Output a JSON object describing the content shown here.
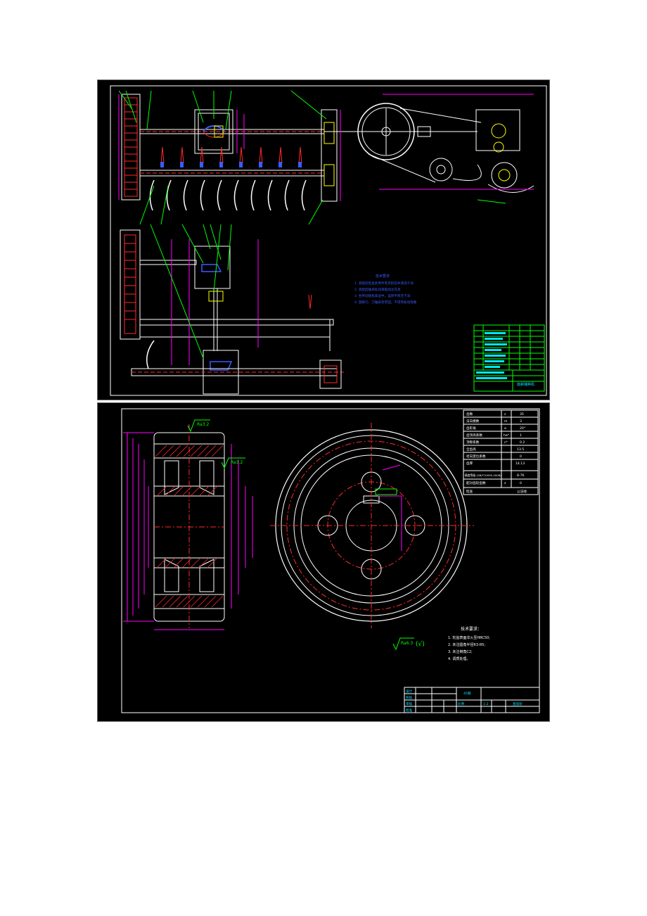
{
  "colors": {
    "background": "#000000",
    "white": "#ffffff",
    "red": "#ff2a2a",
    "magenta": "#ff00ff",
    "green": "#00ff00",
    "blue": "#3a5bff",
    "cyan": "#00e5ff",
    "yellow": "#ffff00"
  },
  "sheet1": {
    "notes_heading": "技术要求",
    "notes": [
      "1. 装配前检查各零件有无损伤并清洗干净",
      "2. 装配后轴承处润滑脂加注充足",
      "3. 各传动链松紧适中，运转平稳无卡滞",
      "4. 旋耕刀、刀轴安装牢固，不得有松动现象"
    ],
    "title_block_drawing_name": "旋耕播种机"
  },
  "sheet2": {
    "roughness_top": "Ra3.2",
    "roughness_side": "Ra3.2",
    "roughness_general": "Ra6.3",
    "roughness_general_mark": "(√)",
    "gear_table": [
      {
        "name": "齿数",
        "symbol": "z",
        "value": "35"
      },
      {
        "name": "法向模数",
        "symbol": "m",
        "value": "3"
      },
      {
        "name": "齿形角",
        "symbol": "α",
        "value": "20°"
      },
      {
        "name": "齿顶高系数",
        "symbol": "ha*",
        "value": "1"
      },
      {
        "name": "顶隙系数",
        "symbol": "c*",
        "value": "0.2"
      },
      {
        "name": "全齿高",
        "symbol": "",
        "value": "13.5"
      },
      {
        "name": "径向变位系数",
        "symbol": "",
        "value": "0"
      },
      {
        "name": "齿厚",
        "symbol": "",
        "value": "14.13"
      },
      {
        "name": "精度等级 (GB/T10095-2008)",
        "symbol": "",
        "value": "8-7K"
      },
      {
        "name": "配对齿轮齿数",
        "symbol": "z",
        "value": "0"
      },
      {
        "name": "检查",
        "symbol": "",
        "value": "公法线"
      }
    ],
    "notes_heading": "技术要求：",
    "notes": [
      "1. 轮齿表面淬火至HRC50;",
      "2. 未注圆角半径R3-R5;",
      "3. 未注倒角C2;",
      "4. 调质处理。"
    ],
    "title_block": {
      "material": "45钢",
      "scale_label": "比例",
      "scale": "1:2",
      "part_name": "直齿轮",
      "rows": [
        "设计",
        "校核",
        "审核",
        "批准"
      ]
    }
  }
}
